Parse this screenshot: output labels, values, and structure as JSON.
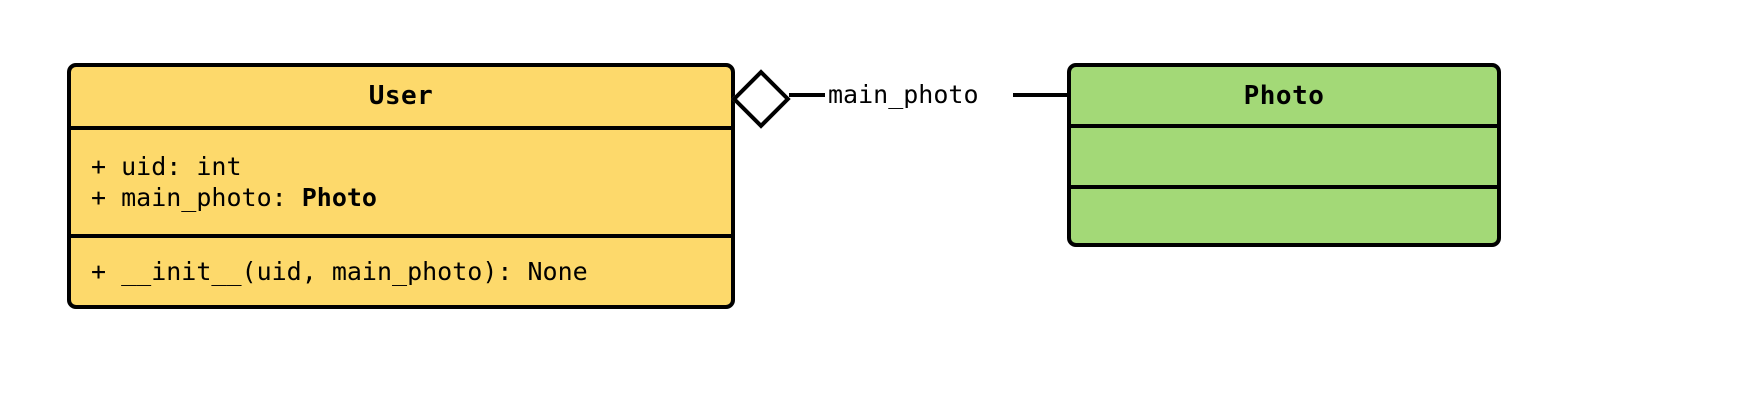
{
  "diagram": {
    "type": "uml-class-diagram",
    "background_color": "#ffffff",
    "classes": [
      {
        "id": "user",
        "name": "User",
        "fill_color": "#FDD96B",
        "border_color": "#000000",
        "attributes": [
          {
            "visibility": "+",
            "text": "+ uid: int"
          },
          {
            "visibility": "+",
            "prefix": "+ main_photo: ",
            "type": "Photo"
          }
        ],
        "methods": [
          {
            "visibility": "+",
            "text": "+ __init__(uid, main_photo): None"
          }
        ]
      },
      {
        "id": "photo",
        "name": "Photo",
        "fill_color": "#A3D977",
        "border_color": "#000000",
        "attributes": [],
        "methods": []
      }
    ],
    "relationships": [
      {
        "id": "user-main-photo",
        "kind": "aggregation",
        "marker": "hollow-diamond",
        "source": "User",
        "target": "Photo",
        "label": "main_photo"
      }
    ]
  }
}
